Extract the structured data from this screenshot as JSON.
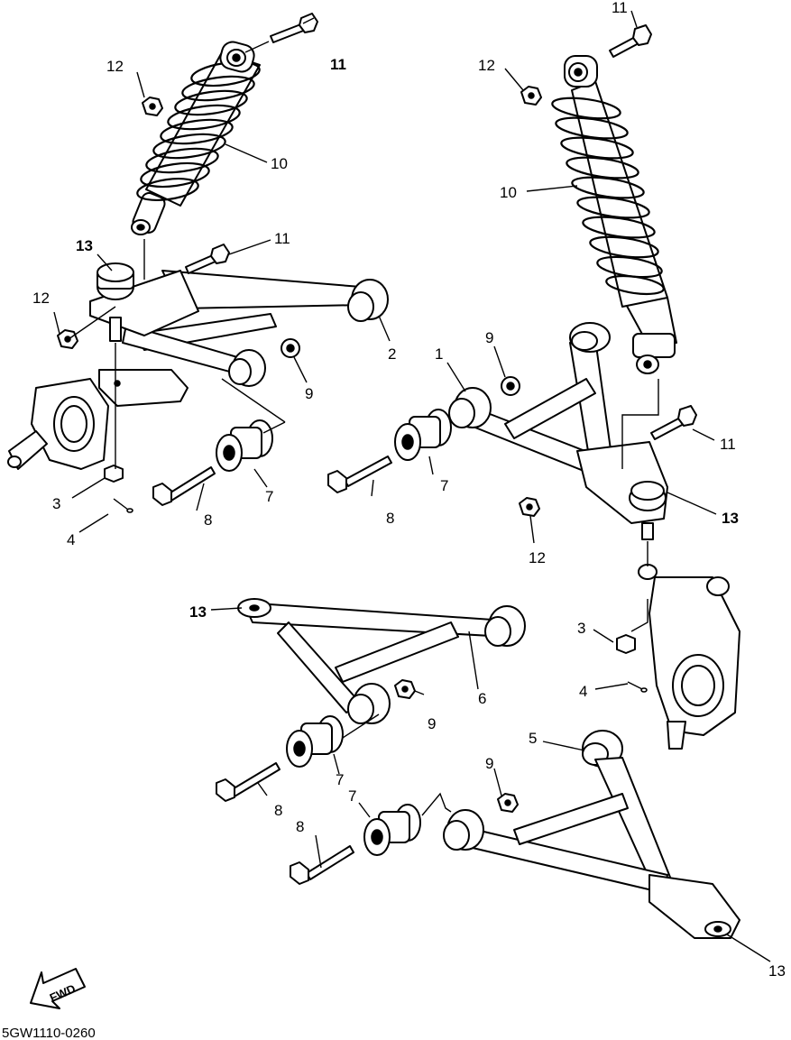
{
  "callouts": {
    "c1": "1",
    "c2": "2",
    "c3a": "3",
    "c3b": "3",
    "c4a": "4",
    "c4b": "4",
    "c5": "5",
    "c6": "6",
    "c7a": "7",
    "c7b": "7",
    "c7c": "7",
    "c7d": "7",
    "c8a": "8",
    "c8b": "8",
    "c8c": "8",
    "c8d": "8",
    "c9a": "9",
    "c9b": "9",
    "c9c": "9",
    "c9d": "9",
    "c10a": "10",
    "c10b": "10",
    "c11a": "11",
    "c11b": "11",
    "c11c": "11",
    "c11d": "11",
    "c12a": "12",
    "c12b": "12",
    "c12c": "12",
    "c12d": "12",
    "c13a": "13",
    "c13b": "13",
    "c13c": "13",
    "c13d": "13"
  },
  "fwd_label": "FWD",
  "diagram_code": "5GW1110-0260"
}
